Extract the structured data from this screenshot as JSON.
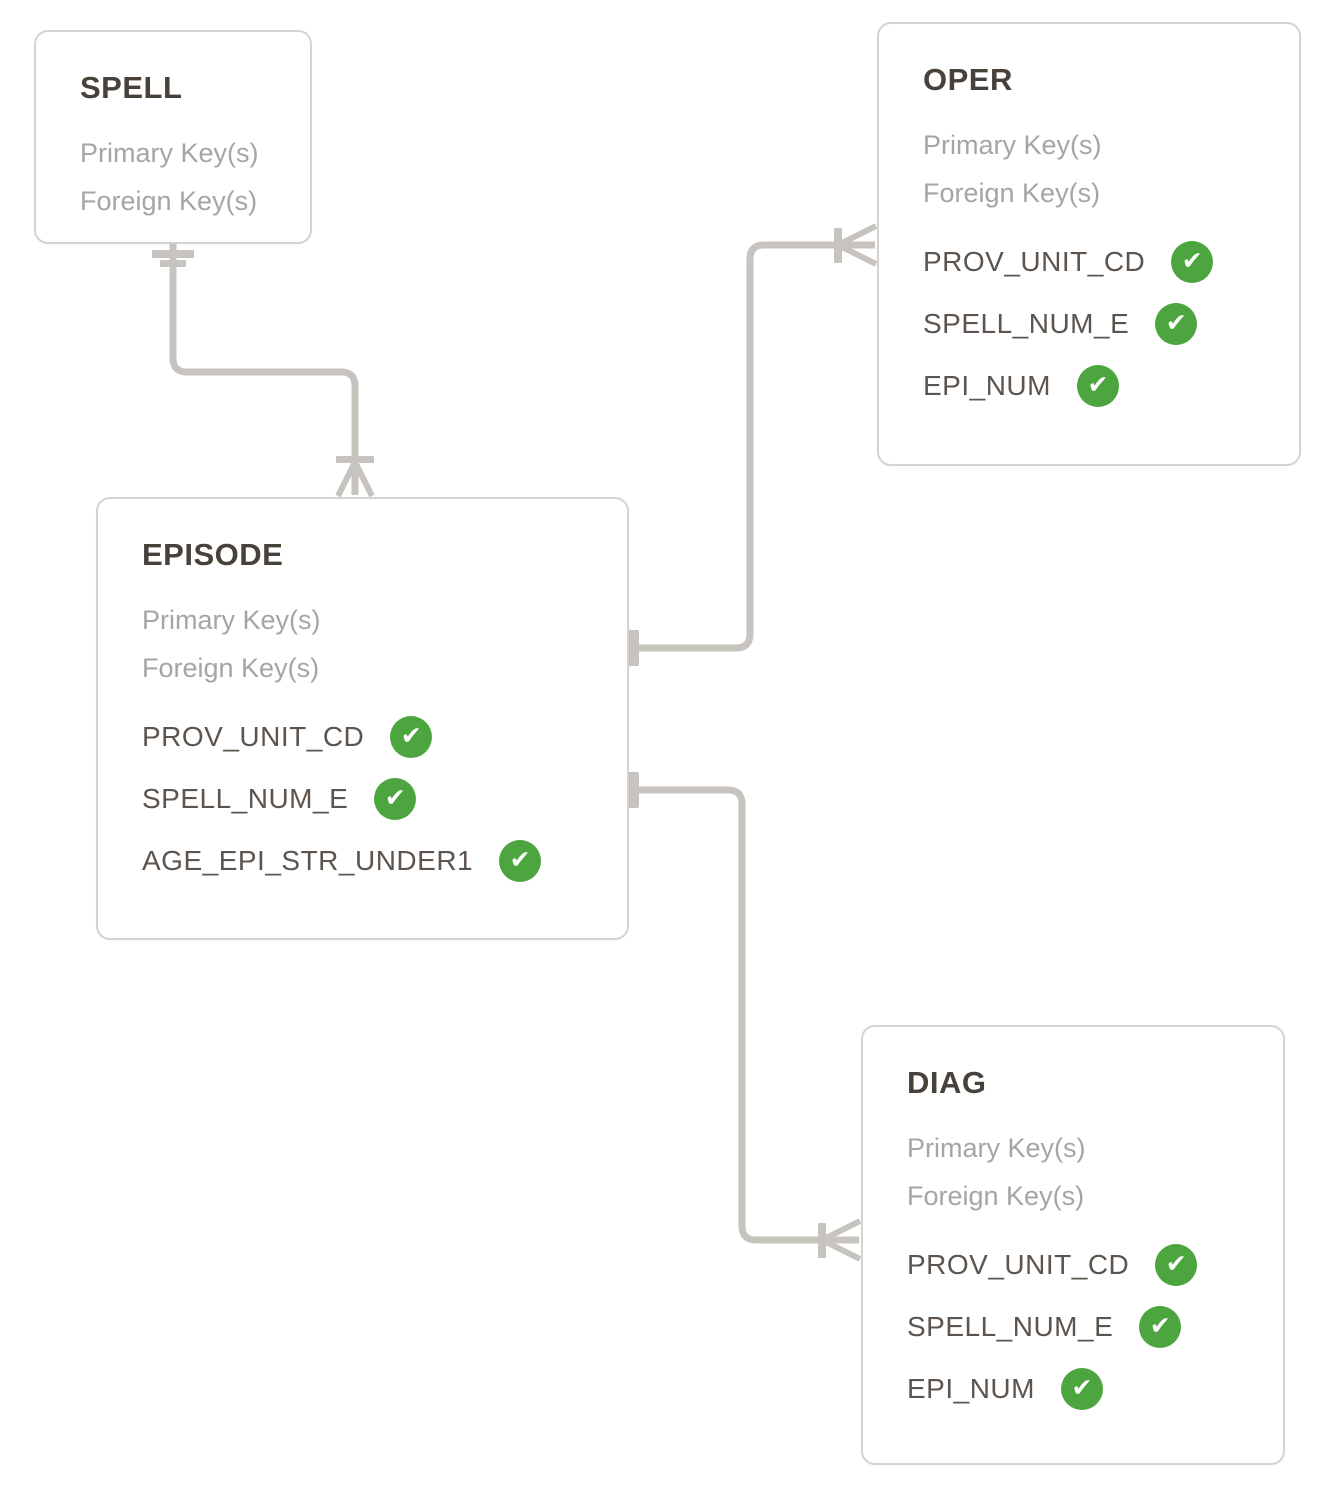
{
  "diagram": {
    "labels": {
      "primary_key": "Primary Key(s)",
      "foreign_key": "Foreign Key(s)"
    },
    "entities": [
      {
        "title": "SPELL",
        "fields": []
      },
      {
        "title": "OPER",
        "fields": [
          {
            "name": "PROV_UNIT_CD",
            "checked": true
          },
          {
            "name": "SPELL_NUM_E",
            "checked": true
          },
          {
            "name": "EPI_NUM",
            "checked": true
          }
        ]
      },
      {
        "title": "EPISODE",
        "fields": [
          {
            "name": "PROV_UNIT_CD",
            "checked": true
          },
          {
            "name": "SPELL_NUM_E",
            "checked": true
          },
          {
            "name": "AGE_EPI_STR_UNDER1",
            "checked": true
          }
        ]
      },
      {
        "title": "DIAG",
        "fields": [
          {
            "name": "PROV_UNIT_CD",
            "checked": true
          },
          {
            "name": "SPELL_NUM_E",
            "checked": true
          },
          {
            "name": "EPI_NUM",
            "checked": true
          }
        ]
      }
    ],
    "relationships": [
      {
        "from": "SPELL",
        "to": "EPISODE",
        "from_cardinality": "one",
        "to_cardinality": "many"
      },
      {
        "from": "EPISODE",
        "to": "OPER",
        "from_cardinality": "one",
        "to_cardinality": "many"
      },
      {
        "from": "EPISODE",
        "to": "DIAG",
        "from_cardinality": "one",
        "to_cardinality": "many"
      }
    ]
  },
  "icons": {
    "check_glyph": "✔"
  },
  "colors": {
    "canvas_bg": "#ffffff",
    "box_bg": "#ffffff",
    "box_border": "#d5d3d0",
    "title_text": "#48413a",
    "key_text": "#a7a5a3",
    "field_text": "#5c544d",
    "line_color": "#c7c3be",
    "check_bg": "#4ca53e",
    "check_glyph": "#ffffff"
  }
}
